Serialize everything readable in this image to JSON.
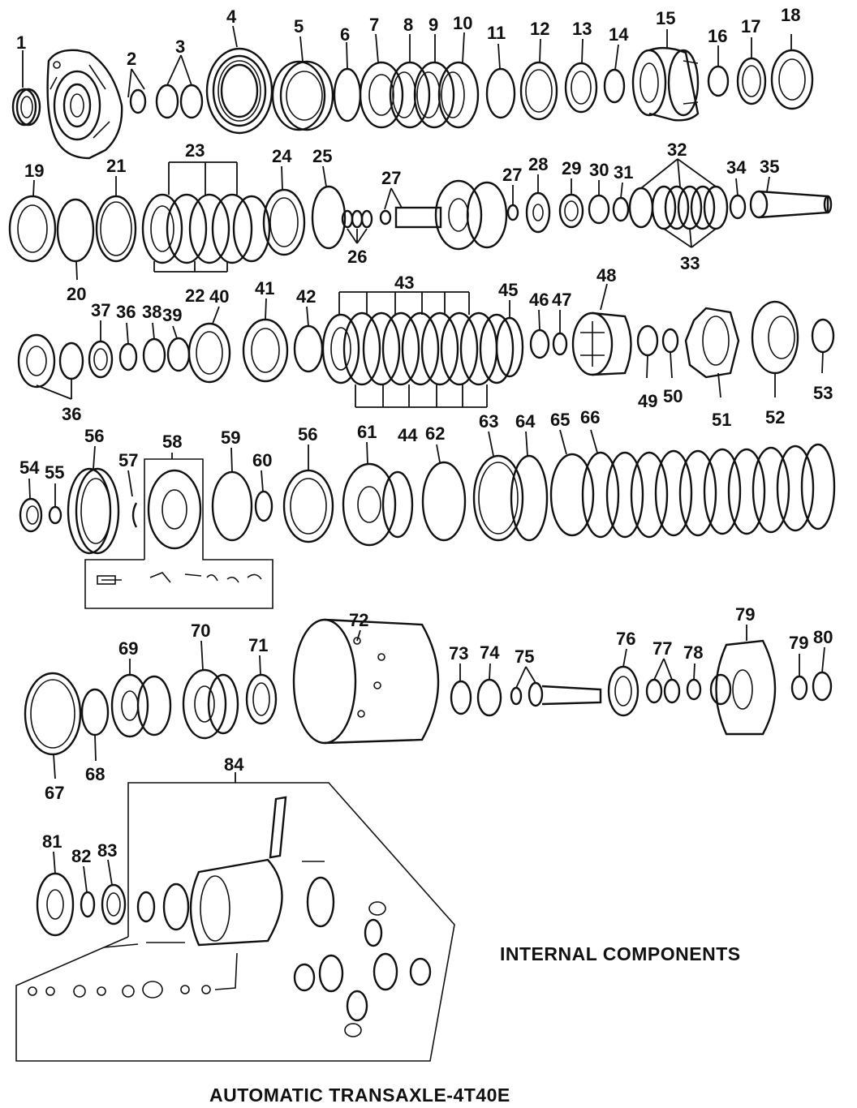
{
  "diagram": {
    "title": "AUTOMATIC TRANSAXLE-4T40E",
    "subtitle": "INTERNAL COMPONENTS",
    "labels": [
      "1",
      "2",
      "3",
      "4",
      "5",
      "6",
      "7",
      "8",
      "9",
      "10",
      "11",
      "12",
      "13",
      "14",
      "15",
      "16",
      "17",
      "18",
      "19",
      "20",
      "21",
      "22",
      "23",
      "24",
      "25",
      "26",
      "27",
      "27",
      "28",
      "29",
      "30",
      "31",
      "32",
      "33",
      "34",
      "35",
      "36",
      "36",
      "37",
      "38",
      "39",
      "40",
      "41",
      "42",
      "43",
      "44",
      "45",
      "46",
      "47",
      "48",
      "49",
      "50",
      "51",
      "52",
      "53",
      "54",
      "55",
      "56",
      "56",
      "57",
      "58",
      "59",
      "60",
      "61",
      "62",
      "63",
      "64",
      "65",
      "66",
      "67",
      "68",
      "69",
      "70",
      "71",
      "72",
      "73",
      "74",
      "75",
      "76",
      "77",
      "78",
      "79",
      "79",
      "80",
      "81",
      "82",
      "83",
      "84"
    ]
  }
}
